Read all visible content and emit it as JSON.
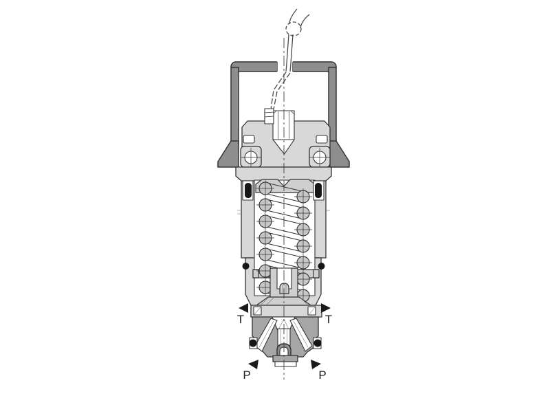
{
  "diagram": {
    "ports": {
      "tank_left": {
        "label": "T"
      },
      "tank_right": {
        "label": "T"
      },
      "pressure_left": {
        "label": "P"
      },
      "pressure_right": {
        "label": "P"
      }
    },
    "colors": {
      "background": "#ffffff",
      "line": "#333333",
      "handle_gray": "#8e8e8e",
      "body_light": "#d8d8d8",
      "body_mid": "#a6a6a6",
      "detail_light": "#cfcfcf",
      "spring_gray": "#c6c6c6",
      "seal_black": "#161616",
      "label_color": "#1a1a1a"
    }
  }
}
